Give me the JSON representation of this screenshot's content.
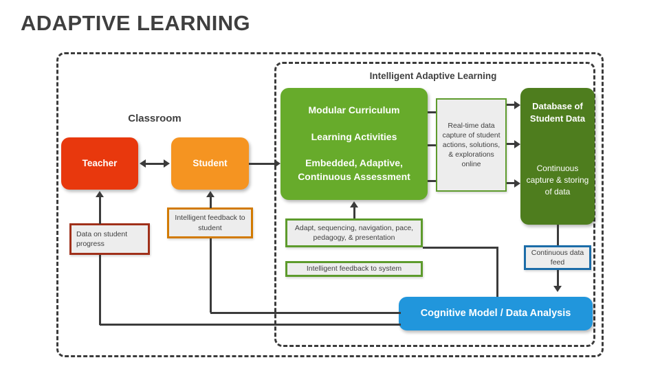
{
  "page": {
    "title": "ADAPTIVE LEARNING",
    "title_color": "#3f3f3f"
  },
  "regions": {
    "outer": {
      "name": "Classroom boundary",
      "caption": "Classroom"
    },
    "inner": {
      "name": "Intelligent Adaptive Learning boundary",
      "caption": "Intelligent Adaptive Learning"
    }
  },
  "nodes": {
    "teacher": {
      "label": "Teacher",
      "color": "#E8380D"
    },
    "student": {
      "label": "Student",
      "color": "#F59421"
    },
    "curriculum": {
      "color": "#67AB2B",
      "line1": "Modular Curriculum",
      "line2": "Learning Activities",
      "line3": "Embedded, Adaptive, Continuous Assessment"
    },
    "database": {
      "color": "#4E7D1E",
      "title": "Database of Student Data",
      "subtitle": "Continuous capture & storing of data"
    },
    "cognitive_model": {
      "label": "Cognitive Model / Data Analysis",
      "color": "#2196DC"
    }
  },
  "labels": {
    "realtime_capture": {
      "text": "Real-time data capture of student actions, solutions, & explorations online",
      "border_color": "#5D9B2C"
    },
    "data_on_student_progress": {
      "text": "Data on student progress",
      "border_color": "#A0301A"
    },
    "intelligent_feedback_to_student": {
      "text": "Intelligent feedback to student",
      "border_color": "#D27A00"
    },
    "adapt_sequencing": {
      "text": "Adapt, sequencing, navigation, pace, pedagogy, & presentation",
      "border_color": "#5D9B2C"
    },
    "intelligent_feedback_to_system": {
      "text": "Intelligent feedback to system",
      "border_color": "#5D9B2C"
    },
    "continuous_data_feed": {
      "text": "Continuous data feed",
      "border_color": "#1B6CA8"
    }
  },
  "connectors": [
    {
      "name": "teacher-student-bidirectional",
      "icon": "double-arrow-horizontal-icon"
    },
    {
      "name": "student-to-curriculum",
      "icon": "arrow-right-icon"
    },
    {
      "name": "curriculum-to-realtime-capture-top",
      "icon": "line-icon"
    },
    {
      "name": "curriculum-to-realtime-capture-middle",
      "icon": "line-icon"
    },
    {
      "name": "curriculum-to-realtime-capture-bottom",
      "icon": "line-icon"
    },
    {
      "name": "realtime-capture-to-database-top",
      "icon": "arrow-right-icon"
    },
    {
      "name": "realtime-capture-to-database-middle",
      "icon": "arrow-right-icon"
    },
    {
      "name": "realtime-capture-to-database-bottom",
      "icon": "arrow-right-icon"
    },
    {
      "name": "database-to-data-feed",
      "icon": "line-icon"
    },
    {
      "name": "data-feed-to-cognitive-model",
      "icon": "arrow-down-icon"
    },
    {
      "name": "cognitive-model-to-adapt",
      "icon": "line-icon"
    },
    {
      "name": "adapt-to-curriculum",
      "icon": "arrow-up-icon"
    },
    {
      "name": "cognitive-model-to-student-feedback",
      "icon": "arrow-up-icon"
    },
    {
      "name": "cognitive-model-to-teacher-data",
      "icon": "arrow-up-icon"
    }
  ]
}
